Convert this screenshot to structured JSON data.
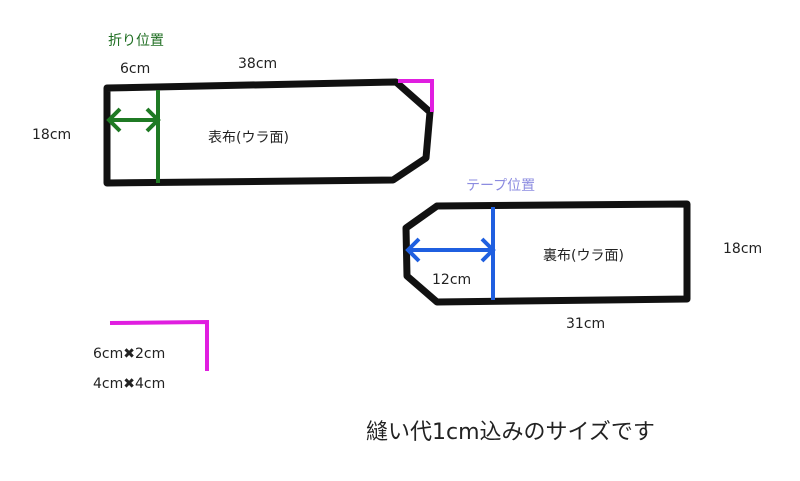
{
  "front_piece": {
    "fold_label": "折り位置",
    "fold_width": "6cm",
    "length": "38cm",
    "height": "18cm",
    "name": "表布(ウラ面)"
  },
  "back_piece": {
    "tape_label": "テープ位置",
    "tape_width": "12cm",
    "height": "18cm",
    "length": "31cm",
    "name": "裏布(ウラ面)"
  },
  "magenta_note": {
    "size_1": "6cm✖2cm",
    "size_2": "4cm✖4cm"
  },
  "footer": {
    "note": "縫い代1cm込みのサイズです"
  },
  "colors": {
    "outline": "#111111",
    "fold_line": "#1f7a24",
    "tape_line": "#1f5fe0",
    "corner_piece": "#e01ee0"
  }
}
